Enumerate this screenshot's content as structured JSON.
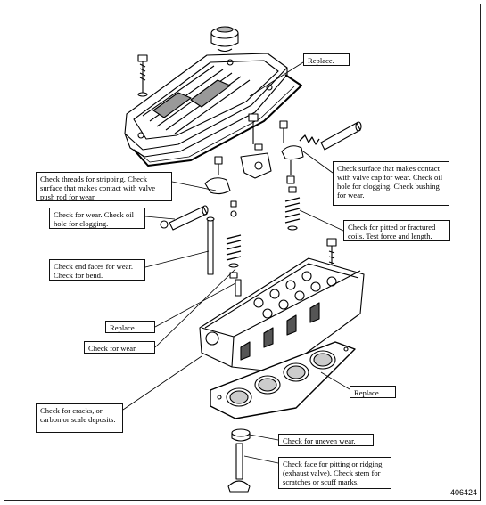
{
  "figure_number": "406424",
  "callouts": {
    "replace_cover": "Replace.",
    "check_threads": "Check threads for stripping. Check surface that makes contact with valve push rod for wear.",
    "check_valve_cap": "Check surface that makes contact with valve cap for wear.  Check oil hole for clogging.  Check bushing for wear.",
    "check_wear_oil_hole": "Check for wear.  Check oil hole for clogging.",
    "check_springs": "Check for pitted or fractured coils.  Test force and length.",
    "check_end_faces": "Check end faces for wear. Check for bend.",
    "replace_seals": "Replace.",
    "check_wear": "Check for wear.",
    "replace_gasket": "Replace.",
    "check_cracks": "Check for cracks, or carbon or scale deposits.",
    "check_uneven_wear": "Check for uneven wear.",
    "check_valve_face": "Check face for pitting or ridging (exhaust valve).  Check stem for scratches or scuff marks."
  }
}
